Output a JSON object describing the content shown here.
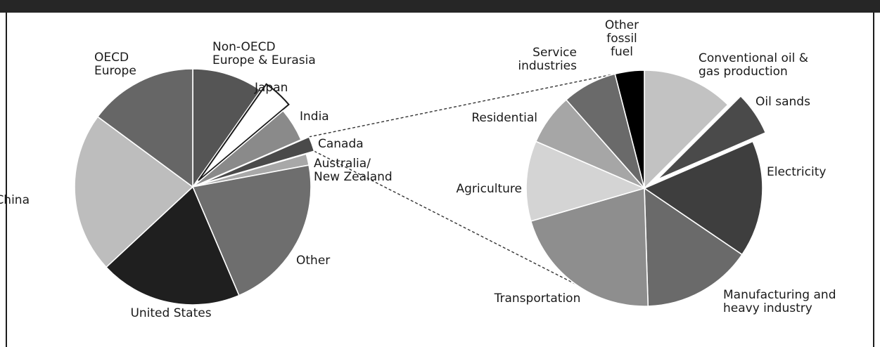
{
  "chart_data": [
    {
      "type": "pie",
      "title": "",
      "slices": [
        {
          "label": "Non-OECD Europe & Eurasia",
          "label_lines": [
            "Non-OECD",
            "Europe & Eurasia"
          ],
          "value": 9.5,
          "color": "#555555",
          "anchor": "start"
        },
        {
          "label": "Japan",
          "label_lines": [
            "Japan"
          ],
          "value": 4.0,
          "color": "#ffffff",
          "anchor": "start",
          "explode": true
        },
        {
          "label": "India",
          "label_lines": [
            "India"
          ],
          "value": 4.5,
          "color": "#8a8a8a",
          "anchor": "start"
        },
        {
          "label": "Canada",
          "label_lines": [
            "Canada"
          ],
          "value": 2.0,
          "color": "#4a4a4a",
          "anchor": "start",
          "explode": true
        },
        {
          "label": "Australia/ New Zealand",
          "label_lines": [
            "Australia/",
            "New Zealand"
          ],
          "value": 1.5,
          "color": "#a8a8a8",
          "anchor": "start"
        },
        {
          "label": "Other",
          "label_lines": [
            "Other"
          ],
          "value": 21.0,
          "color": "#6e6e6e",
          "anchor": "start"
        },
        {
          "label": "United States",
          "label_lines": [
            "United States"
          ],
          "value": 19.0,
          "color": "#1f1f1f",
          "anchor": "middle"
        },
        {
          "label": "China",
          "label_lines": [
            "China"
          ],
          "value": 21.5,
          "color": "#bdbdbd",
          "anchor": "end"
        },
        {
          "label": "OECD Europe",
          "label_lines": [
            "OECD",
            "Europe"
          ],
          "value": 14.5,
          "color": "#666666",
          "anchor": "start"
        }
      ]
    },
    {
      "type": "pie",
      "title": "",
      "slices": [
        {
          "label": "Conventional oil & gas production",
          "label_lines": [
            "Conventional oil &",
            "gas production"
          ],
          "value": 12.5,
          "color": "#c2c2c2",
          "anchor": "start"
        },
        {
          "label": "Oil sands",
          "label_lines": [
            "Oil sands"
          ],
          "value": 6.0,
          "color": "#4a4a4a",
          "anchor": "start",
          "explode": true
        },
        {
          "label": "Electricity",
          "label_lines": [
            "Electricity"
          ],
          "value": 16.0,
          "color": "#3e3e3e",
          "anchor": "start"
        },
        {
          "label": "Manufacturing and heavy industry",
          "label_lines": [
            "Manufacturing and",
            "heavy industry"
          ],
          "value": 15.0,
          "color": "#6a6a6a",
          "anchor": "start"
        },
        {
          "label": "Transportation",
          "label_lines": [
            "Transportation"
          ],
          "value": 21.0,
          "color": "#8e8e8e",
          "anchor": "middle"
        },
        {
          "label": "Agriculture",
          "label_lines": [
            "Agriculture"
          ],
          "value": 11.0,
          "color": "#d4d4d4",
          "anchor": "end"
        },
        {
          "label": "Residential",
          "label_lines": [
            "Residential"
          ],
          "value": 7.0,
          "color": "#a6a6a6",
          "anchor": "end"
        },
        {
          "label": "Service industries",
          "label_lines": [
            "Service",
            "industries"
          ],
          "value": 7.5,
          "color": "#6a6a6a",
          "anchor": "end"
        },
        {
          "label": "Other fossil fuel",
          "label_lines": [
            "Other",
            "fossil",
            "fuel"
          ],
          "value": 4.0,
          "color": "#000000",
          "anchor": "middle"
        }
      ]
    }
  ]
}
